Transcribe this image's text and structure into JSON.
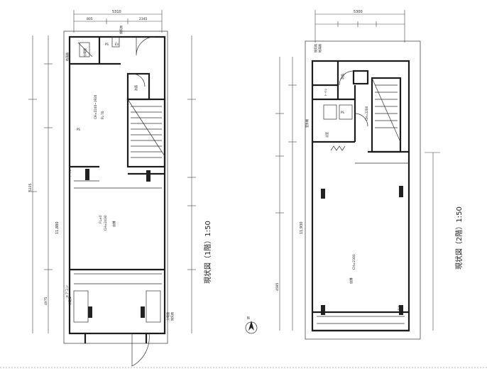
{
  "floor1": {
    "caption": "現状図（1階）1:50",
    "ceiling_note": "CH=2430",
    "floor_level": "FL±0",
    "stair_level": "FL-70",
    "stair_ch": "CH=2240~1920",
    "top_dim": "5310",
    "top_sub_a": "805",
    "top_sub_b": "2345",
    "total_dim": "11,880",
    "inner_dim_a": "5335",
    "inner_dim_b": "4975",
    "room_label": "店舗",
    "aircon_label": "エアコン",
    "labels": [
      "給湯器",
      "分電盤",
      "換気扇",
      "PS",
      "EV",
      "PS",
      "洗面",
      "トイレ",
      "冷蔵庫",
      "分電盤",
      "換気扇"
    ]
  },
  "floor2": {
    "caption": "現状図（2階）1:50",
    "ceiling_note": "CH=2300",
    "sub_ceiling": "CH=2200",
    "top_dim": "5300",
    "total_dim": "11,930",
    "inner_dim_a": "4585",
    "room_label": "店舗",
    "bath_label": "浴室",
    "labels": [
      "換気扇",
      "給湯器",
      "洗面",
      "トイレ",
      "PS",
      "室外機",
      "手洗"
    ]
  },
  "north_mark": "N"
}
